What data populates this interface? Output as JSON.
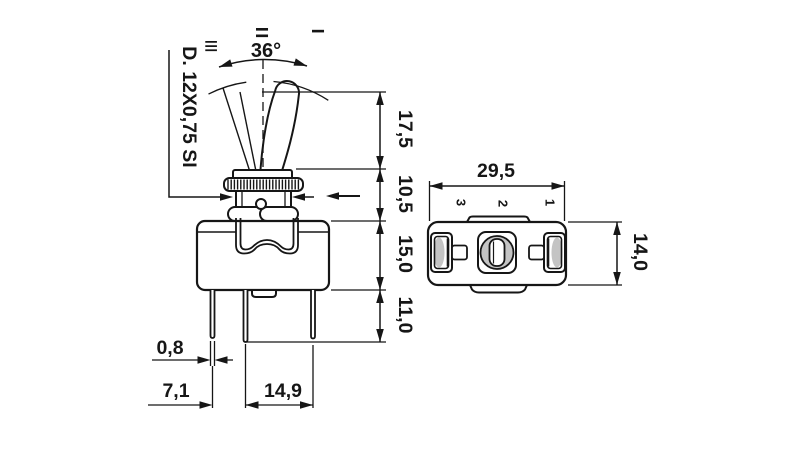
{
  "drawing": {
    "background": "#ffffff",
    "ink": "#161616",
    "shade": "#c4c4c4"
  },
  "front_view": {
    "thread_label": "D. 12X0,75 SI",
    "angle_label": "36°",
    "position_symbols": [
      "≡",
      "=",
      "−"
    ],
    "height_dims": [
      "17,5",
      "10,5",
      "15,0",
      "11,0"
    ],
    "pin_width_dim": "0,8",
    "pin_pitch_dim_1": "7,1",
    "pin_pitch_dim_2": "14,9"
  },
  "bottom_view": {
    "width_dim": "29,5",
    "height_dim": "14,0",
    "terminal_labels": [
      "3",
      "2",
      "1"
    ]
  }
}
